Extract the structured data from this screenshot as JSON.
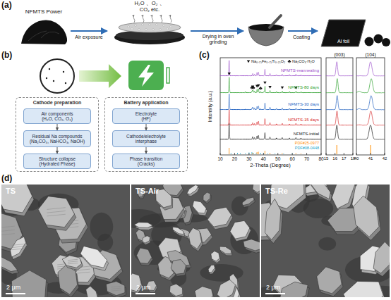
{
  "diagram": {
    "nodes": [
      {
        "text": [
          "Cathode preparation"
        ]
      },
      {
        "text": [
          "Air components",
          "(H₂O, CO₂, O₂)"
        ],
        "in": 0
      },
      {
        "text": [
          "Residual Na compounds",
          "(Na₂CO₃, NaHCO₃, NaOH)"
        ],
        "in": 0
      },
      {
        "text": [
          "Structure collapse",
          "(Hydrated Phase)"
        ],
        "in": 0
      },
      {
        "text": [
          "Battery application"
        ]
      },
      {
        "text": [
          "Electrolyte",
          "(HF)"
        ],
        "in": 4
      },
      {
        "text": [
          "Cathode/electrolyte interphase"
        ],
        "in": 4
      },
      {
        "text": [
          "Phase transition",
          "(Cracks)"
        ],
        "in": 4
      }
    ],
    "edges": [
      {
        "from": 1,
        "to": 2,
        "arrow": "to"
      },
      {
        "from": 2,
        "to": 3,
        "arrow": "to"
      },
      {
        "from": 5,
        "to": 6,
        "arrow": "to"
      },
      {
        "from": 6,
        "to": 7,
        "arrow": "to"
      }
    ],
    "labels": [
      "(a)",
      "NFMTS Power",
      "H₂O 、O₂ 、 CO₂ etc.",
      "Air exposure",
      "Drying in oven grinding",
      "Coating",
      "Al foil",
      "(b)",
      "(c)",
      "NFMTS-reannealing",
      "NFMTS-80 days",
      "NFMTS-30 days",
      "NFMTS-15 days",
      "NFMTS-initial",
      "PDF#25-0977",
      "PDF#08-0448",
      "Intensity (a.u.)",
      "2-Theta (Degree)",
      "10",
      "20",
      "30",
      "40",
      "50",
      "60",
      "70",
      "80",
      "(003)",
      "15",
      "16",
      "17",
      "18",
      "(104)",
      "40",
      "41",
      "42",
      "(d)",
      "TS",
      "TS-Air",
      "TS-Re",
      "2 μm",
      "2 μm",
      "2 μm"
    ],
    "legend": [
      {
        "text": "Na₀.₇₅Fe₀.₇₅Ti₀.₂₅O₂"
      },
      {
        "text": "Na₂CO₃·H₂O"
      }
    ]
  }
}
